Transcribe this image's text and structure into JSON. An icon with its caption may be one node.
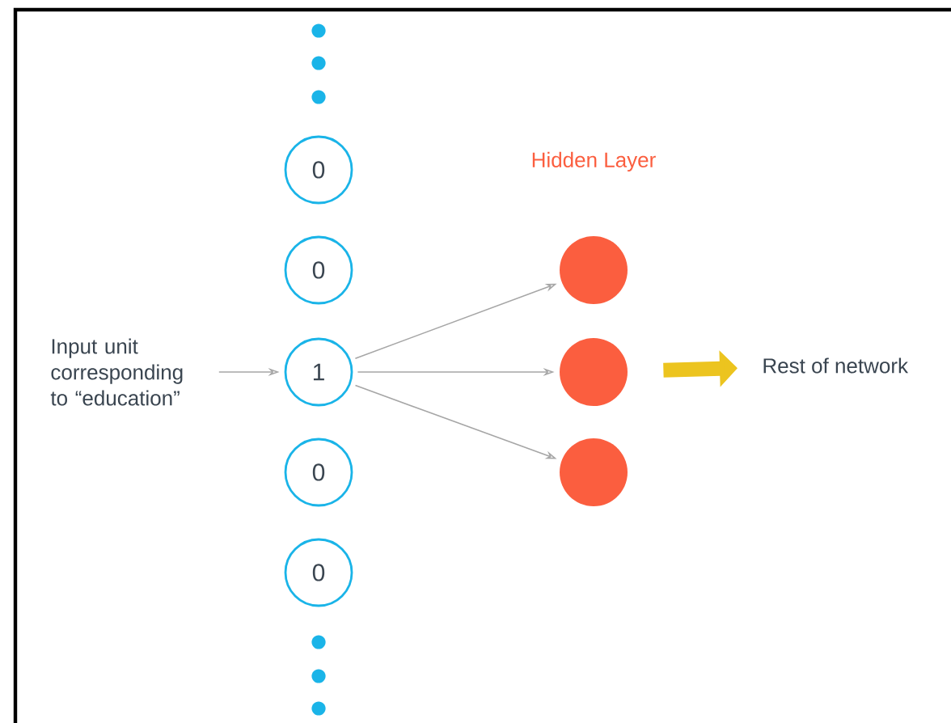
{
  "diagram": {
    "nodes": [
      {
        "text": [
          "0"
        ]
      },
      {
        "text": [
          "0"
        ]
      },
      {
        "text": [
          "Input unit corresponding to “education”"
        ]
      },
      {
        "text": [
          "1"
        ]
      },
      {
        "text": [
          "0"
        ]
      },
      {
        "text": [
          "0"
        ]
      },
      {
        "text": [],
        "shape": "circle"
      },
      {
        "text": [],
        "shape": "circle"
      },
      {
        "text": [],
        "shape": "circle"
      },
      {
        "text": [
          "Rest of network"
        ]
      }
    ],
    "edges": [
      {
        "from": 2,
        "to": 3,
        "arrow": "to"
      },
      {
        "from": 3,
        "to": 6,
        "arrow": "to"
      },
      {
        "from": 3,
        "to": 7,
        "arrow": "to"
      },
      {
        "from": 3,
        "to": 8,
        "arrow": "to"
      },
      {
        "from": 7,
        "to": 9,
        "arrow": "to",
        "style": "thick",
        "color": "#ecc41f"
      }
    ],
    "labels": [
      "Hidden Layer"
    ]
  }
}
